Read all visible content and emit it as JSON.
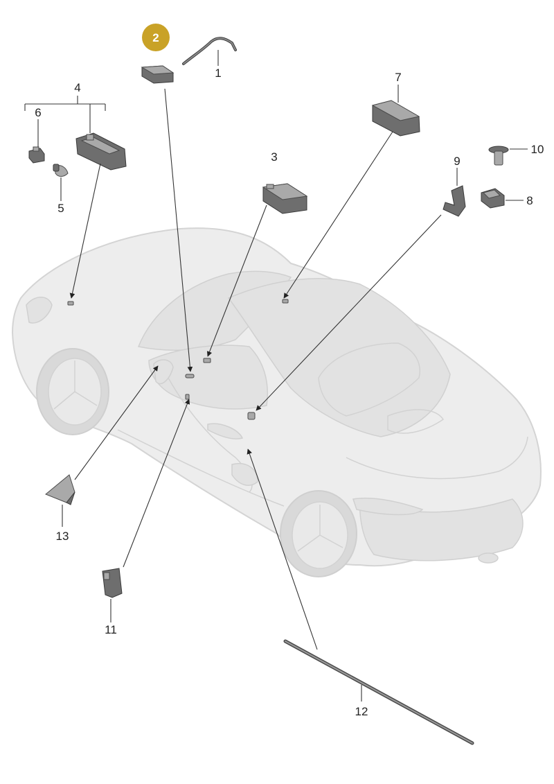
{
  "diagram": {
    "highlight_color": "#c9a227",
    "callouts": {
      "c1": "1",
      "c2": "2",
      "c3": "3",
      "c4": "4",
      "c5": "5",
      "c6": "6",
      "c7": "7",
      "c8": "8",
      "c9": "9",
      "c10": "10",
      "c11": "11",
      "c12": "12",
      "c13": "13"
    },
    "highlighted_part": "2"
  }
}
